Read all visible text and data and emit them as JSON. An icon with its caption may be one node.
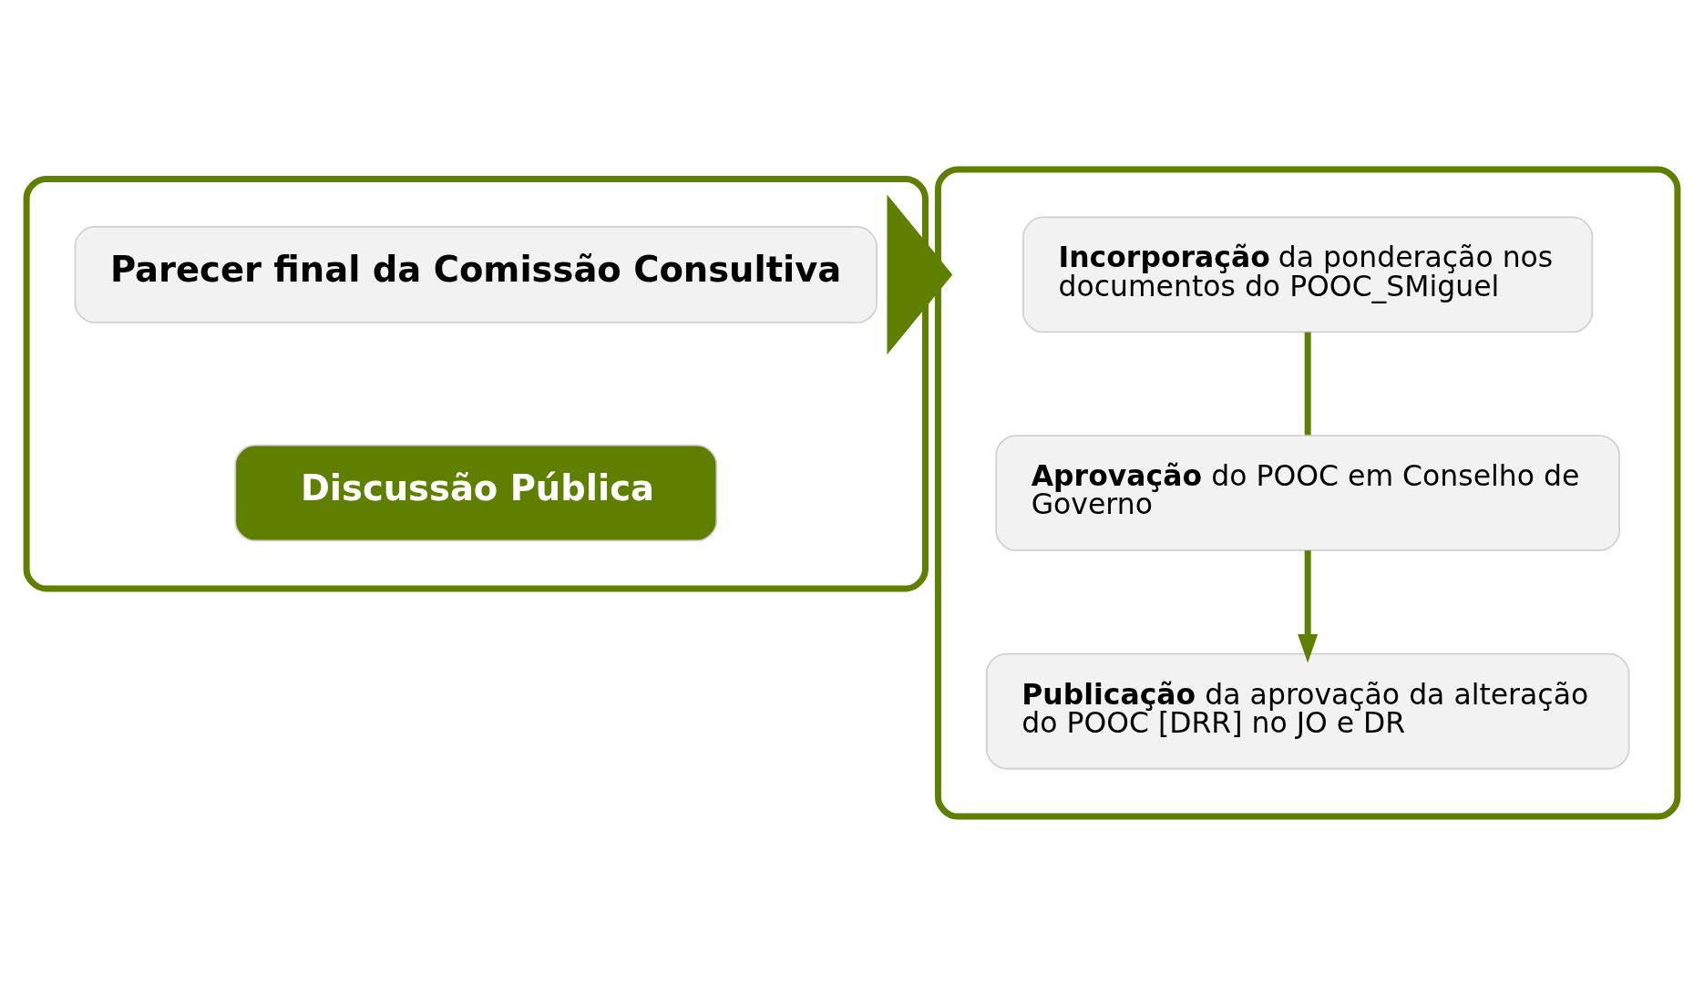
{
  "diagram": {
    "nodes": [
      {
        "text": [],
        "shape": "box"
      },
      {
        "text": [
          "Parecer final da Comissão Consultiva"
        ],
        "in": 0
      },
      {
        "text": [
          "Discussão Pública"
        ],
        "in": 0
      },
      {
        "text": [],
        "shape": "box"
      },
      {
        "text": [
          "**Incorporação** da ponderação nos documentos do POOC_SMiguel"
        ],
        "in": 3
      },
      {
        "text": [
          "**Aprovação** do POOC em Conselho de Governo"
        ],
        "in": 3
      },
      {
        "text": [
          "**Publicação** da aprovação da alteração do POOC [DRR] no JO e DR"
        ],
        "in": 3
      }
    ],
    "edges": [
      {
        "from": 0,
        "to": 3,
        "arrow": "to",
        "style": "thick"
      },
      {
        "from": 4,
        "to": 5,
        "arrow": "none"
      },
      {
        "from": 5,
        "to": 6,
        "arrow": "to"
      }
    ]
  }
}
